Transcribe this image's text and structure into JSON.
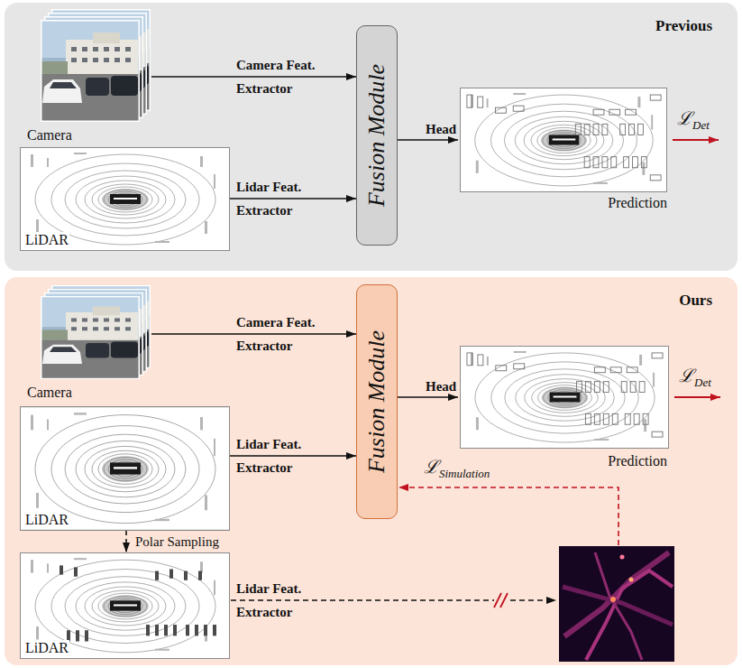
{
  "diagram": {
    "nodes": [
      {
        "text": [
          "Previous"
        ]
      },
      {
        "text": [
          "Camera"
        ],
        "in": 0
      },
      {
        "text": [
          "LiDAR"
        ],
        "in": 0
      },
      {
        "text": [
          "Fusion Module"
        ],
        "in": 0
      },
      {
        "text": [
          "Prediction"
        ],
        "in": 0
      },
      {
        "text": [
          "Ours"
        ]
      },
      {
        "text": [
          "Camera"
        ],
        "in": 5
      },
      {
        "text": [
          "LiDAR"
        ],
        "in": 5
      },
      {
        "text": [
          "Fusion Module"
        ],
        "in": 5
      },
      {
        "text": [
          "Prediction"
        ],
        "in": 5
      },
      {
        "text": [
          "LiDAR"
        ],
        "in": 5
      }
    ],
    "edges": [
      {
        "from": 1,
        "to": 3,
        "arrow": "to",
        "label": "Camera Feat. Extractor"
      },
      {
        "from": 2,
        "to": 3,
        "arrow": "to",
        "label": "Lidar Feat. Extractor"
      },
      {
        "from": 3,
        "to": 4,
        "arrow": "to",
        "label": "Head"
      },
      {
        "from": 6,
        "to": 8,
        "arrow": "to",
        "label": "Camera Feat. Extractor"
      },
      {
        "from": 7,
        "to": 8,
        "arrow": "to",
        "label": "Lidar Feat. Extractor"
      },
      {
        "from": 8,
        "to": 9,
        "arrow": "to",
        "label": "Head"
      },
      {
        "from": 7,
        "to": 10,
        "arrow": "to",
        "label": "Polar Sampling"
      }
    ],
    "labels": [
      "ℒDet",
      "ℒDet",
      "ℒSimulation",
      "Lidar Feat. Extractor"
    ]
  }
}
